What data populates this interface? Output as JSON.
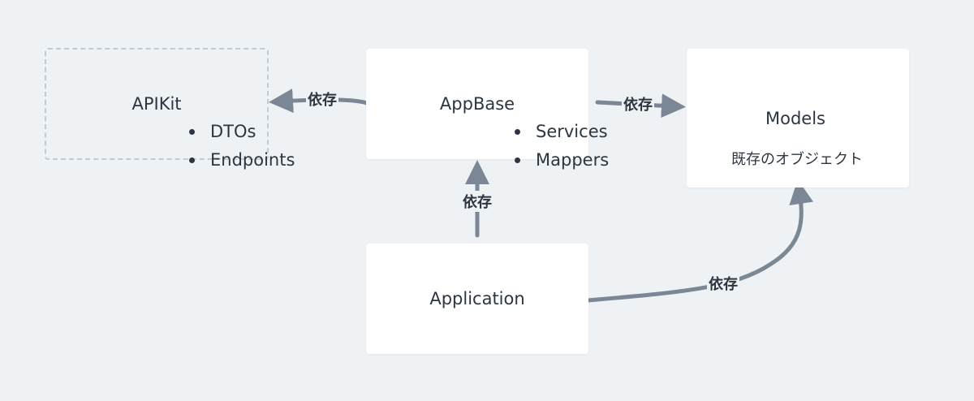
{
  "nodes": {
    "apikit": {
      "title": "APIKit",
      "items": [
        "DTOs",
        "Endpoints"
      ]
    },
    "appbase": {
      "title": "AppBase",
      "items": [
        "Services",
        "Mappers"
      ]
    },
    "models": {
      "title": "Models",
      "subtitle": "既存のオブジェクト"
    },
    "application": {
      "title": "Application"
    }
  },
  "edges": {
    "appbase_to_apikit": "依存",
    "appbase_to_models": "依存",
    "application_to_appbase": "依存",
    "application_to_models": "依存"
  },
  "colors": {
    "background": "#eff2f5",
    "node_fill": "#ffffff",
    "dashed_border": "#c4cad1",
    "edge": "#7c8795",
    "text": "#2d3640"
  }
}
